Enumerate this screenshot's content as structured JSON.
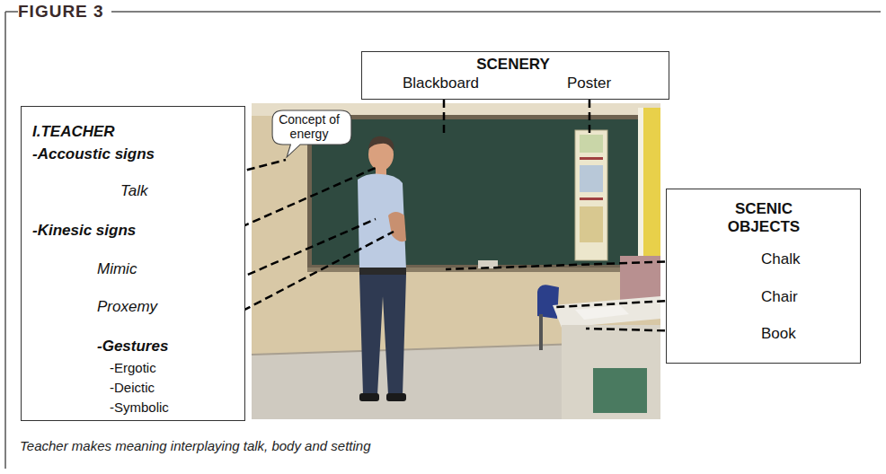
{
  "diagram": {
    "title": "FIGURE 3",
    "caption": "Teacher makes meaning interplaying talk, body and setting",
    "nodes": [
      {
        "text": [
          "I.TEACHER",
          "-Accoustic signs",
          "Talk",
          "-Kinesic signs",
          "Mimic",
          "Proxemy",
          "-Gestures",
          "-Ergotic",
          "-Deictic",
          "-Symbolic"
        ]
      },
      {
        "text": [
          "Concept of energy"
        ]
      },
      {
        "text": [
          "SCENERY",
          "Blackboard",
          "Poster"
        ]
      },
      {
        "text": [
          "SCENIC OBJECTS",
          "Chalk",
          "Chair",
          "Book"
        ]
      }
    ]
  }
}
